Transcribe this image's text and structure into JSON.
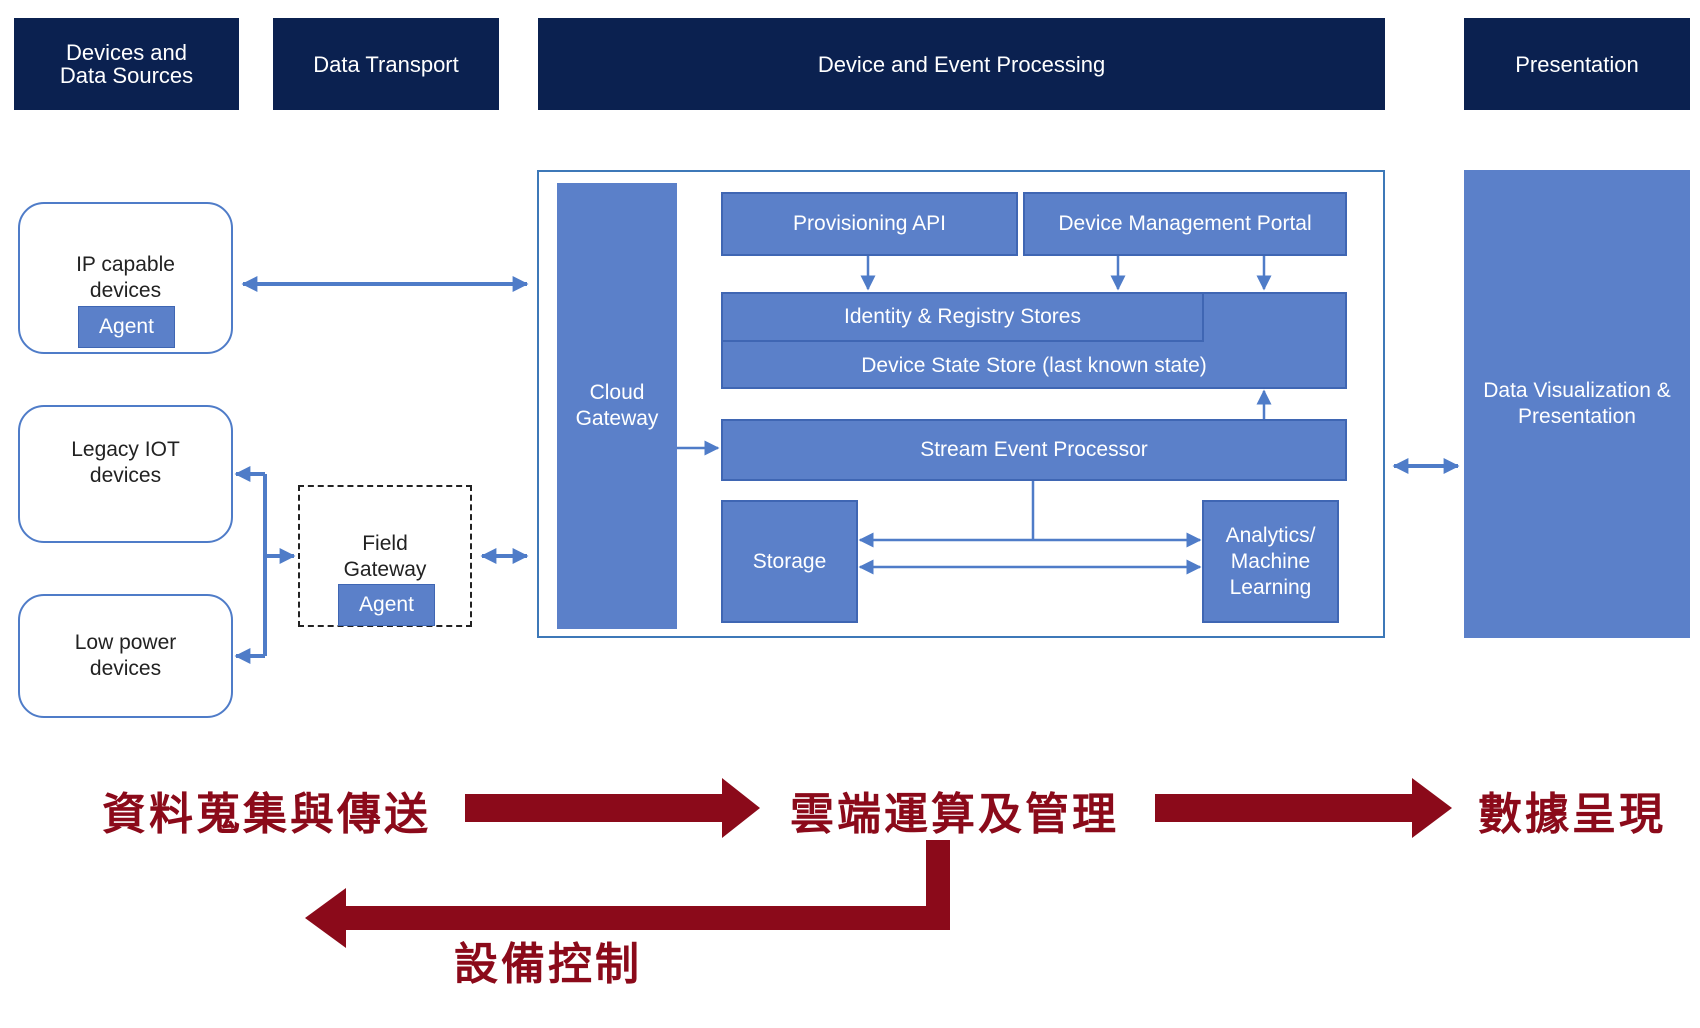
{
  "headers": {
    "devices": "Devices and\nData Sources",
    "transport": "Data Transport",
    "processing": "Device and Event Processing",
    "presentation": "Presentation"
  },
  "devices": {
    "ip": {
      "label": "IP capable\ndevices",
      "agent": "Agent"
    },
    "legacy": {
      "label": "Legacy IOT\ndevices"
    },
    "lowpower": {
      "label": "Low power\ndevices"
    }
  },
  "field_gateway": {
    "label": "Field\nGateway",
    "agent": "Agent"
  },
  "processing": {
    "cloud_gateway": "Cloud\nGateway",
    "provisioning_api": "Provisioning API",
    "device_mgmt_portal": "Device Management Portal",
    "identity_registry": "Identity & Registry Stores",
    "device_state_store": "Device State Store (last known state)",
    "stream_processor": "Stream Event Processor",
    "storage": "Storage",
    "analytics": "Analytics/\nMachine\nLearning"
  },
  "presentation": {
    "panel": "Data Visualization &\nPresentation"
  },
  "flow": {
    "collect": "資料蒐集與傳送",
    "cloud": "雲端運算及管理",
    "present": "數據呈現",
    "control": "設備控制"
  },
  "colors": {
    "header": "#0b2150",
    "box_blue": "#5b80c9",
    "arrow_blue": "#4f7cc8",
    "flow_red": "#8b0a1a"
  }
}
